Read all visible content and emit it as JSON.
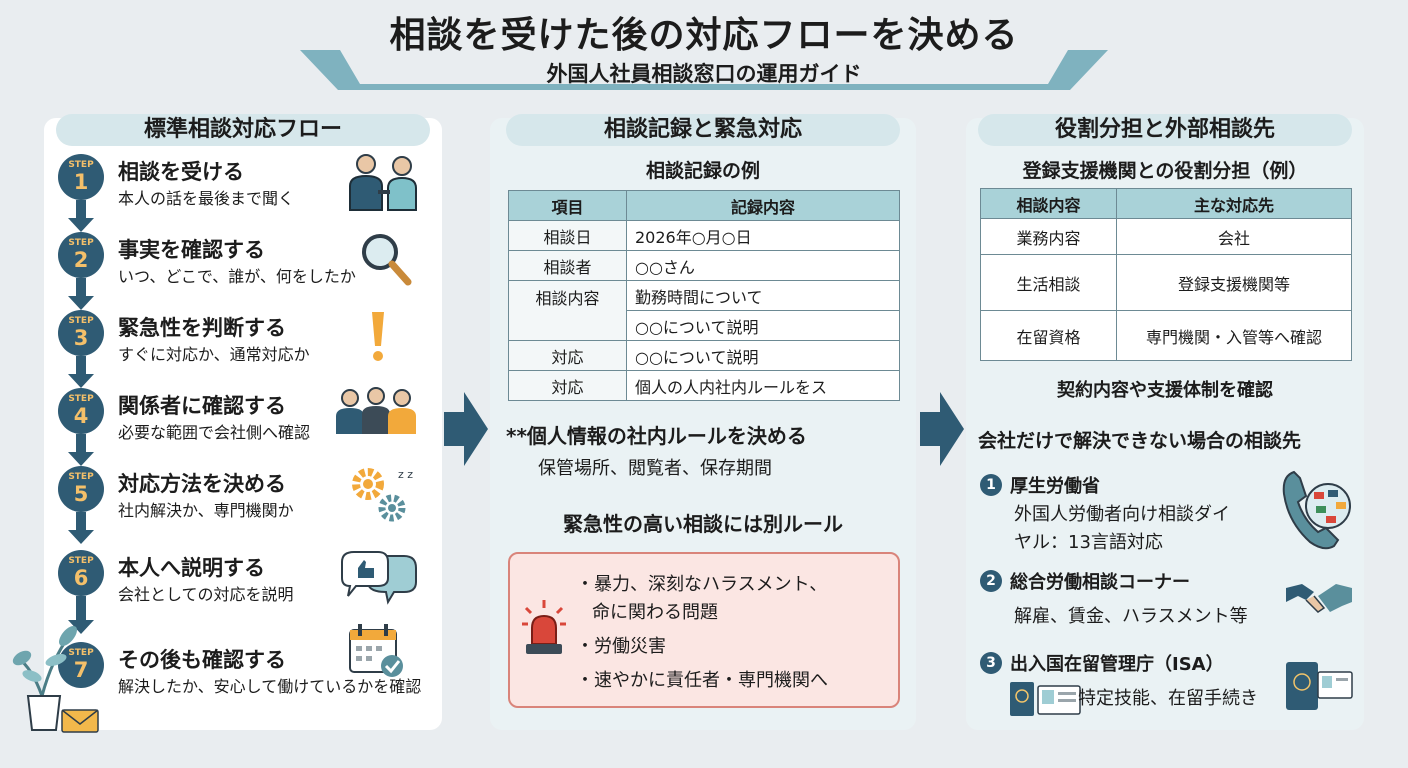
{
  "header": {
    "title": "相談を受けた後の対応フローを決める",
    "subtitle": "外国人社員相談窓口の運用ガイド"
  },
  "left_panel": {
    "title": "標準相談対応フロー",
    "step_label": "STEP",
    "steps": [
      {
        "num": "1",
        "title": "相談を受ける",
        "desc": "本人の話を最後まで聞く",
        "icon": "handshake-people-icon"
      },
      {
        "num": "2",
        "title": "事実を確認する",
        "desc": "いつ、どこで、誰が、何をしたか",
        "icon": "magnifier-icon"
      },
      {
        "num": "3",
        "title": "緊急性を判断する",
        "desc": "すぐに対応か、通常対応か",
        "icon": "exclamation-icon"
      },
      {
        "num": "4",
        "title": "関係者に確認する",
        "desc": "必要な範囲で会社側へ確認",
        "icon": "group-people-icon"
      },
      {
        "num": "5",
        "title": "対応方法を決める",
        "desc": "社内解決か、専門機関か",
        "icon": "gears-icon"
      },
      {
        "num": "6",
        "title": "本人へ説明する",
        "desc": "会社としての対応を説明",
        "icon": "speech-bubbles-icon"
      },
      {
        "num": "7",
        "title": "その後も確認する",
        "desc": "解決したか、安心して働けているかを確認",
        "icon": "calendar-check-icon"
      }
    ]
  },
  "middle_panel": {
    "title": "相談記録と緊急対応",
    "record_title": "相談記録の例",
    "table": {
      "headers": [
        "項目",
        "記録内容"
      ],
      "rows": [
        [
          "相談日",
          "2026年○月○日"
        ],
        [
          "相談者",
          "○○さん"
        ],
        [
          "相談内容",
          "勤務時間について"
        ],
        [
          "",
          "○○について説明"
        ],
        [
          "対応",
          "○○について説明"
        ],
        [
          "対応",
          "個人の人内社内ルールをス"
        ]
      ]
    },
    "privacy_title": "**個人情報の社内ルールを決める",
    "privacy_desc": "保管場所、閲覧者、保存期間",
    "emergency_title": "緊急性の高い相談には別ルール",
    "emergency_items": [
      "・暴力、深刻なハラスメント、",
      "命に関わる問題",
      "・労働災害",
      "・速やかに責任者・専門機関へ"
    ]
  },
  "right_panel": {
    "title": "役割分担と外部相談先",
    "role_title": "登録支援機関との役割分担（例）",
    "table": {
      "headers": [
        "相談内容",
        "主な対応先"
      ],
      "rows": [
        [
          "業務内容",
          "会社"
        ],
        [
          "生活相談",
          "登録支援機関等"
        ],
        [
          "在留資格",
          "専門機関・入管等へ確認"
        ]
      ]
    },
    "note": "契約内容や支援体制を確認",
    "external_title": "会社だけで解決できない場合の相談先",
    "contacts": [
      {
        "num": "1",
        "name": "厚生労働省",
        "desc1": "外国人労働者向け相談ダイ",
        "desc2": "ヤル：13言語対応"
      },
      {
        "num": "2",
        "name": "総合労働相談コーナー",
        "desc1": "解雇、賃金、ハラスメント等",
        "desc2": ""
      },
      {
        "num": "3",
        "name": "出入国在留管理庁（ISA）",
        "desc1": "特定技能、在留手続き",
        "desc2": ""
      }
    ]
  },
  "colors": {
    "accent": "#2f5b74",
    "step_number": "#f4c06a",
    "table_header": "#a9d2d8",
    "emergency_bg": "#fbe6e3",
    "emergency_border": "#d9847a"
  }
}
